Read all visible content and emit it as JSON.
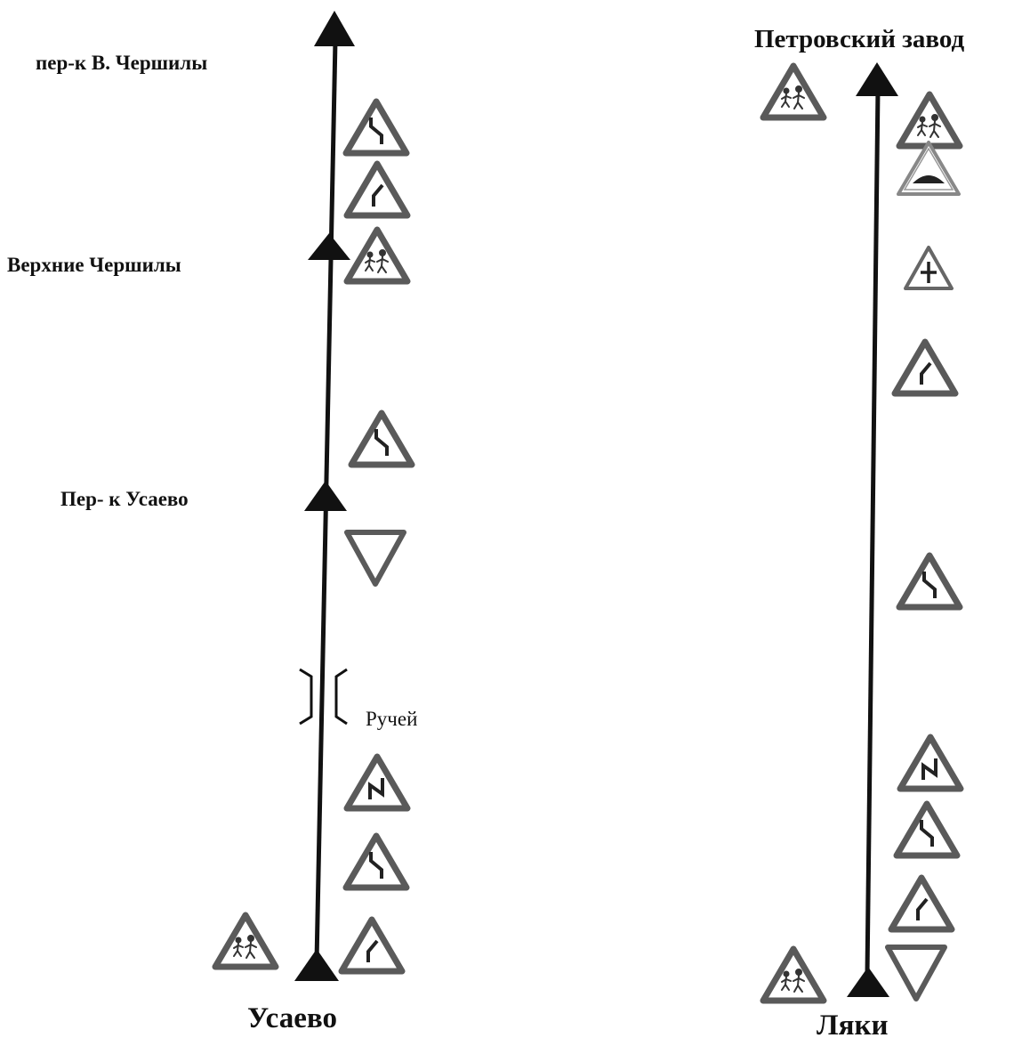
{
  "left_route": {
    "start_label": "Усаево",
    "points": [
      {
        "name": "пер-к В. Чершилы"
      },
      {
        "name": "Верхние Чершилы"
      },
      {
        "name": "Пер- к Усаево"
      }
    ],
    "stream_label": "Ручей"
  },
  "right_route": {
    "start_label": "Ляки",
    "end_label": "Петровский завод"
  },
  "sign_types": [
    "children-crossing",
    "curve-right",
    "curve-left",
    "double-curve",
    "speed-bump",
    "crossroads",
    "give-way"
  ],
  "colors": {
    "line": "#111111",
    "sign_border": "#555555",
    "sign_fill": "#ffffff"
  }
}
